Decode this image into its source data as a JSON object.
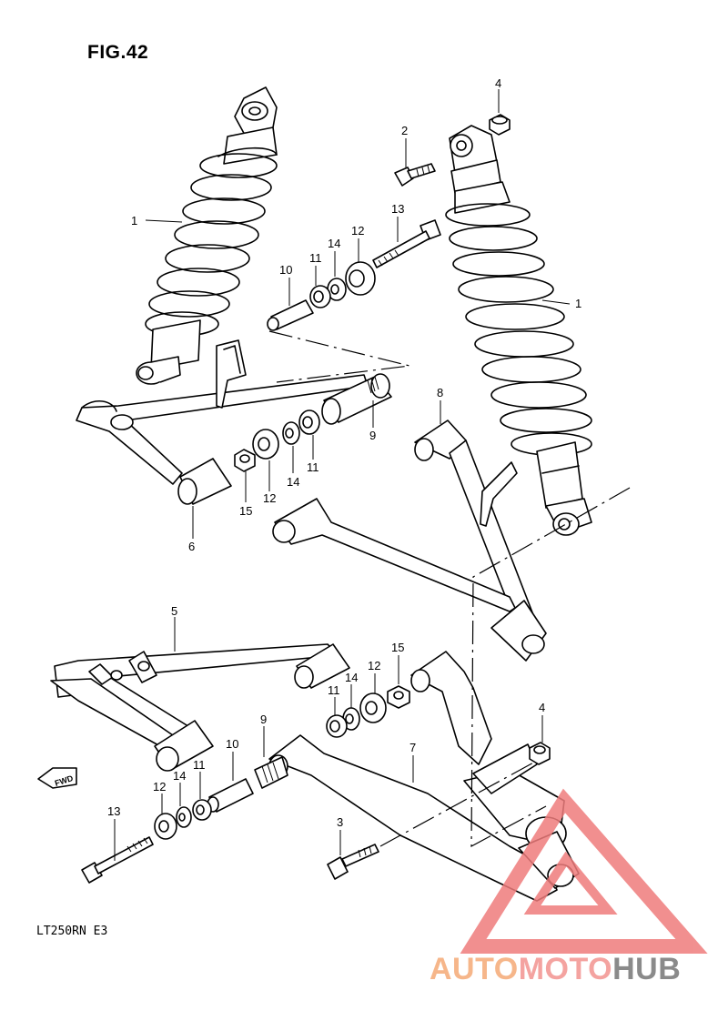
{
  "figure": {
    "title": "FIG.42",
    "model_code": "LT250RN  E3"
  },
  "fwd_label": "FWD",
  "part_labels": {
    "p1_left": "1",
    "p1_right": "1",
    "p2": "2",
    "p3": "3",
    "p4_top": "4",
    "p4_bottom": "4",
    "p5": "5",
    "p6": "6",
    "p7": "7",
    "p8": "8",
    "p9_top": "9",
    "p9_bottom": "9",
    "p10_top": "10",
    "p10_bottom": "10",
    "p11_a": "11",
    "p11_b": "11",
    "p11_c": "11",
    "p11_d": "11",
    "p12_a": "12",
    "p12_b": "12",
    "p12_c": "12",
    "p12_d": "12",
    "p13_top": "13",
    "p13_bottom": "13",
    "p14_a": "14",
    "p14_b": "14",
    "p14_c": "14",
    "p14_d": "14",
    "p15_top": "15",
    "p15_bottom": "15"
  },
  "watermark": {
    "part1": "AUTO",
    "part2": "MOTO",
    "part3": "HUB",
    "logo_color": "#ef7c7c",
    "text_color_1": "#f6b68a",
    "text_color_2": "#f4a3a0",
    "text_color_3": "#8a8a8a"
  }
}
